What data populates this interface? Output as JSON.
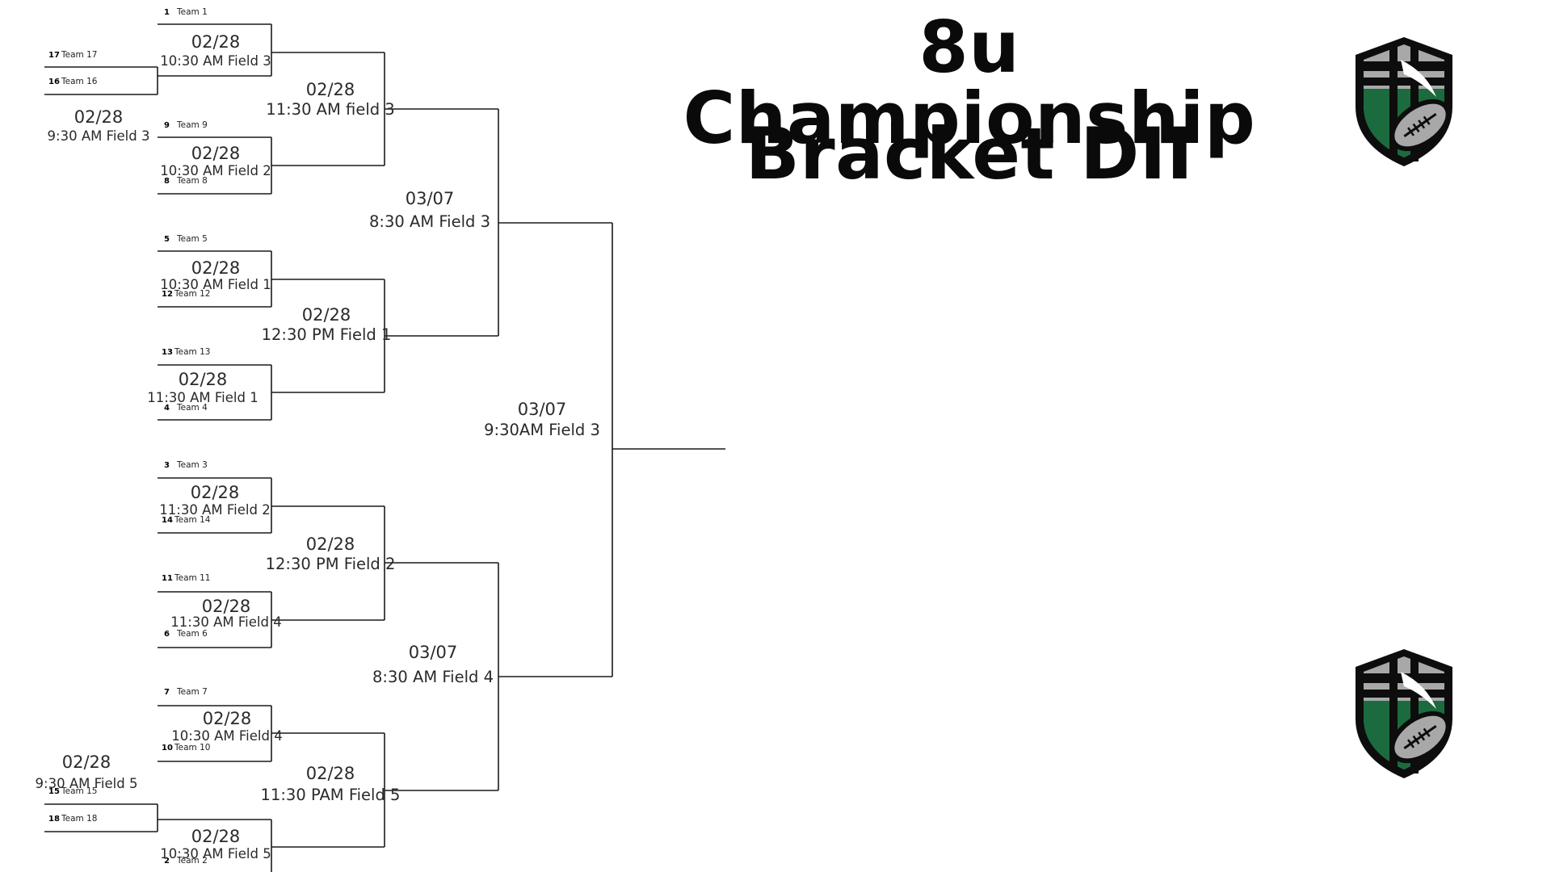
{
  "title": {
    "line1": "8u Championship",
    "line2": "Bracket DII"
  },
  "colors": {
    "line": "#1a1a1a",
    "logo_green": "#1c6b3e",
    "logo_grey": "#a8a8a8",
    "logo_black": "#0d0d0d"
  },
  "icons": {
    "logo": "football-shield-logo-icon"
  },
  "slots": [
    {
      "id": "s1",
      "seed": "1",
      "team": "Team 1"
    },
    {
      "id": "s17",
      "seed": "17",
      "team": "Team 17"
    },
    {
      "id": "s16",
      "seed": "16",
      "team": "Team 16"
    },
    {
      "id": "s9",
      "seed": "9",
      "team": "Team 9"
    },
    {
      "id": "s8",
      "seed": "8",
      "team": "Team 8"
    },
    {
      "id": "s5",
      "seed": "5",
      "team": "Team 5"
    },
    {
      "id": "s12",
      "seed": "12",
      "team": "Team 12"
    },
    {
      "id": "s13",
      "seed": "13",
      "team": "Team 13"
    },
    {
      "id": "s4",
      "seed": "4",
      "team": "Team 4"
    },
    {
      "id": "s3",
      "seed": "3",
      "team": "Team 3"
    },
    {
      "id": "s14",
      "seed": "14",
      "team": "Team 14"
    },
    {
      "id": "s11",
      "seed": "11",
      "team": "Team 11"
    },
    {
      "id": "s6",
      "seed": "6",
      "team": "Team 6"
    },
    {
      "id": "s7",
      "seed": "7",
      "team": "Team 7"
    },
    {
      "id": "s10",
      "seed": "10",
      "team": "Team 10"
    },
    {
      "id": "s15",
      "seed": "15",
      "team": "Team 15"
    },
    {
      "id": "s18",
      "seed": "18",
      "team": "Team 18"
    },
    {
      "id": "s2",
      "seed": "2",
      "team": "Team 2"
    }
  ],
  "games": [
    {
      "id": "g-play-in-top",
      "date": "02/28",
      "time": "9:30 AM Field 3"
    },
    {
      "id": "g-1v16",
      "date": "02/28",
      "time": "10:30 AM Field 3"
    },
    {
      "id": "g-9v8",
      "date": "02/28",
      "time": "10:30 AM Field 2"
    },
    {
      "id": "g-5v12",
      "date": "02/28",
      "time": "10:30 AM Field 1"
    },
    {
      "id": "g-13v4",
      "date": "02/28",
      "time": "11:30 AM Field 1"
    },
    {
      "id": "g-3v14",
      "date": "02/28",
      "time": "11:30 AM Field 2"
    },
    {
      "id": "g-11v6",
      "date": "02/28",
      "time": "11:30 AM Field 4"
    },
    {
      "id": "g-7v10",
      "date": "02/28",
      "time": "10:30 AM Field 4"
    },
    {
      "id": "g-play-in-bottom",
      "date": "02/28",
      "time": "9:30 AM Field 5"
    },
    {
      "id": "g-2v15",
      "date": "02/28",
      "time": "10:30 AM Field 5"
    },
    {
      "id": "g-qf1",
      "date": "02/28",
      "time": "11:30 AM field 3"
    },
    {
      "id": "g-qf2",
      "date": "02/28",
      "time": "12:30 PM Field 1"
    },
    {
      "id": "g-qf3",
      "date": "02/28",
      "time": "12:30 PM Field 2"
    },
    {
      "id": "g-qf4",
      "date": "02/28",
      "time": "11:30 PAM Field 5"
    },
    {
      "id": "g-sf1",
      "date": "03/07",
      "time": "8:30 AM Field 3"
    },
    {
      "id": "g-sf2",
      "date": "03/07",
      "time": "8:30 AM Field 4"
    },
    {
      "id": "g-final",
      "date": "03/07",
      "time": "9:30AM Field 3"
    }
  ]
}
